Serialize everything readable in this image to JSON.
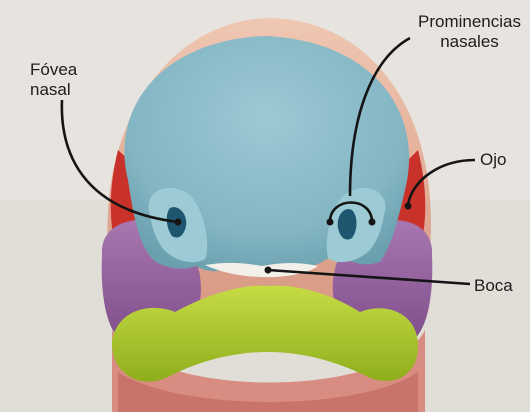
{
  "labels": {
    "fovea_line1": "Fóvea",
    "fovea_line2": "nasal",
    "prominencias_line1": "Prominencias",
    "prominencias_line2": "nasales",
    "ojo": "Ojo",
    "boca": "Boca"
  },
  "colors": {
    "page_background": "#e7e4df",
    "frontonasal_prominence": "#86b8c6",
    "forehead_skin": "#e8b9a2",
    "maxillary_prominence": "#9a64a2",
    "mandibular_prominence": "#adc92e",
    "eye_region": "#c8322a",
    "lip_tissue": "#d98d82",
    "leader_lines": "#151515"
  }
}
